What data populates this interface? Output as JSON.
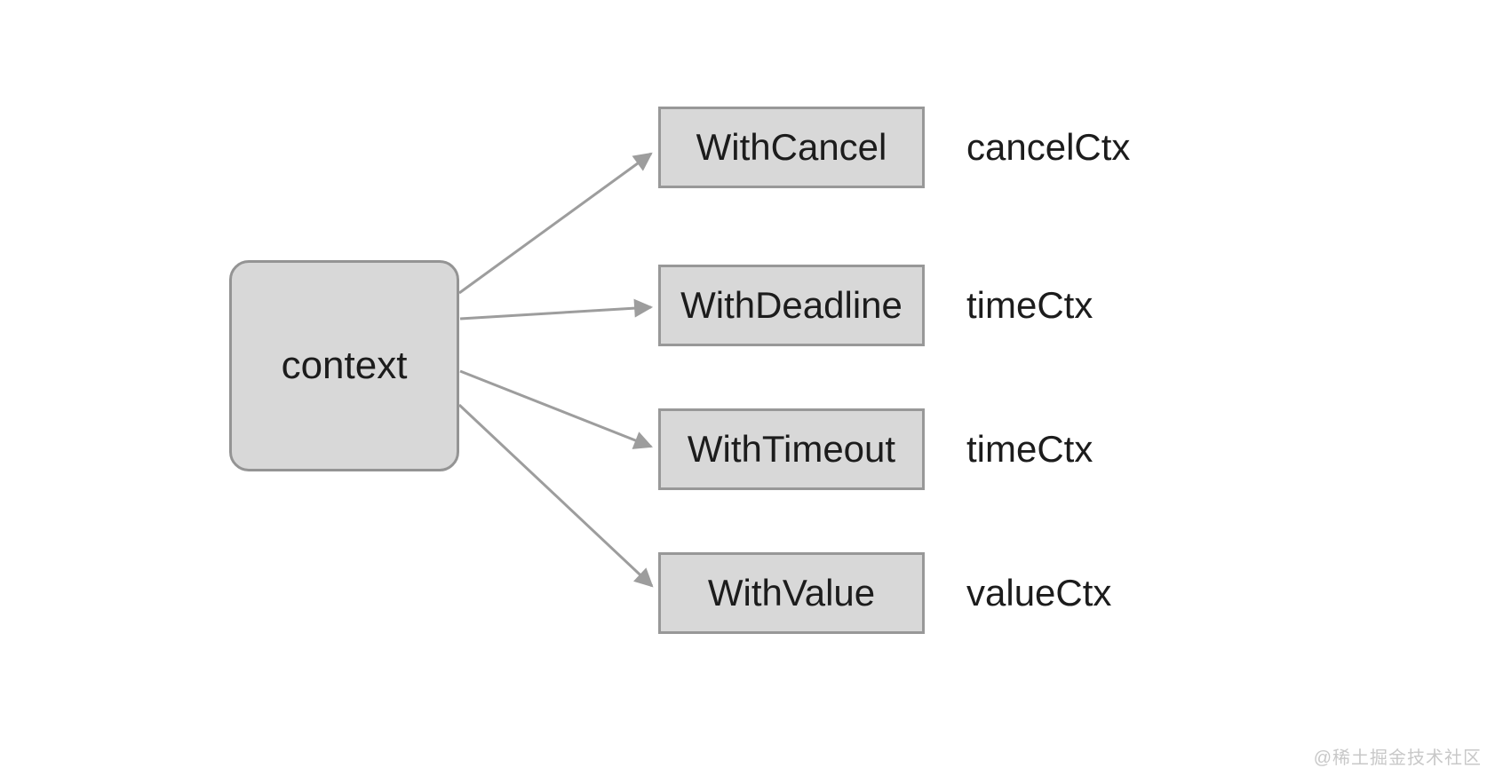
{
  "diagram": {
    "root": {
      "label": "context"
    },
    "targets": [
      {
        "box_label": "WithCancel",
        "side_label": "cancelCtx"
      },
      {
        "box_label": "WithDeadline",
        "side_label": "timeCtx"
      },
      {
        "box_label": "WithTimeout",
        "side_label": "timeCtx"
      },
      {
        "box_label": "WithValue",
        "side_label": "valueCtx"
      }
    ],
    "colors": {
      "node_fill": "#d8d8d8",
      "node_border": "#959595",
      "arrow": "#9d9d9d",
      "text": "#1c1c1c",
      "background": "#ffffff"
    }
  },
  "watermark": {
    "text": "@稀土掘金技术社区",
    "color": "#c8c8c8"
  }
}
